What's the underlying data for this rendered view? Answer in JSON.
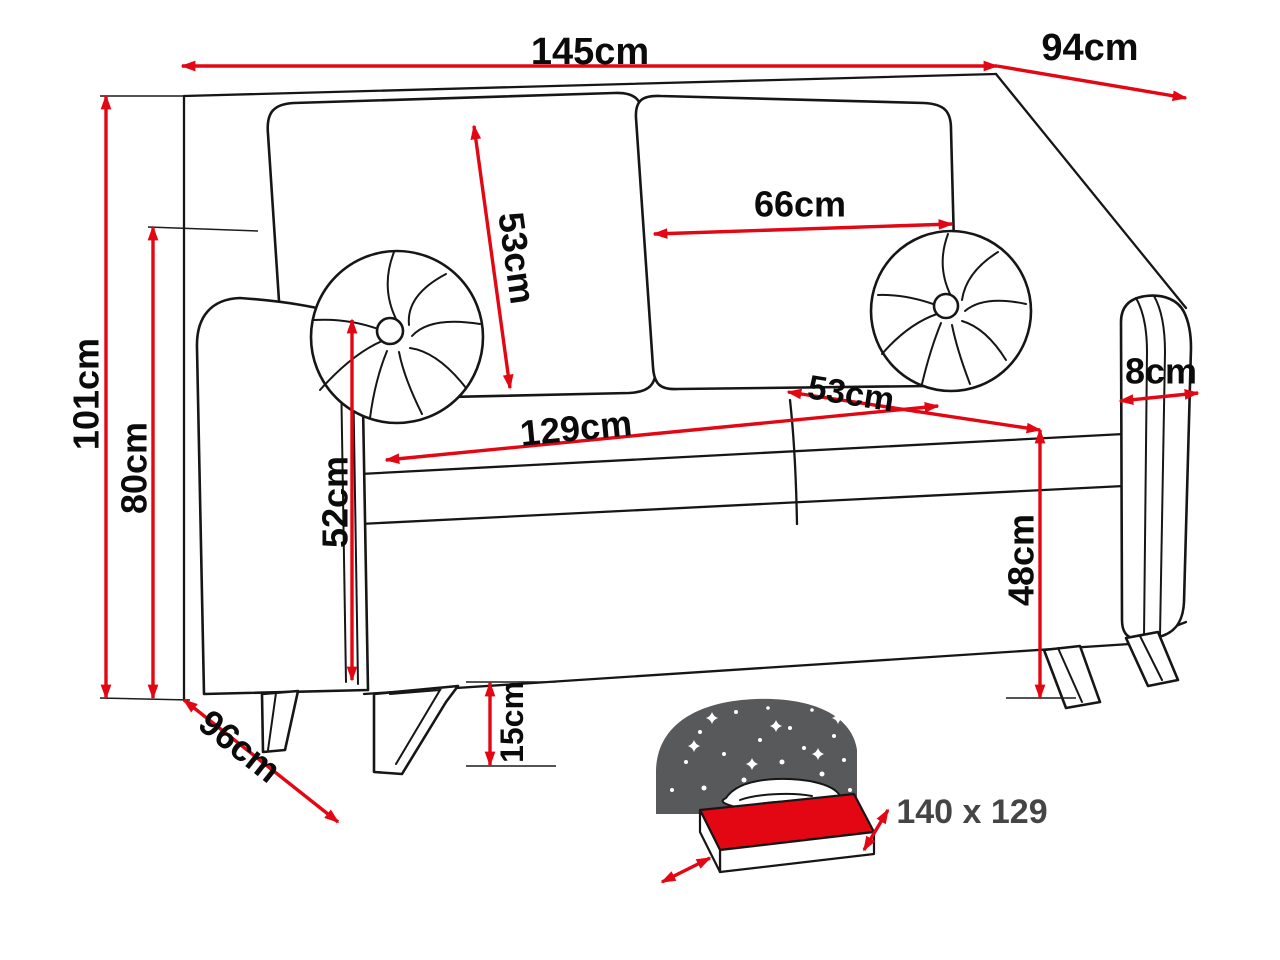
{
  "diagram": {
    "title": "sofa-dimension-drawing",
    "colors": {
      "dimension_red": "#e30613",
      "outline_black": "#161616",
      "star_panel_gray": "#58595b",
      "area_label_gray": "#454545"
    },
    "dimensions": {
      "width_top": "145cm",
      "depth_top": "94cm",
      "height_total": "101cm",
      "height_backrest": "80cm",
      "cushion_diagonal": "53cm",
      "cushion_width": "66cm",
      "seat_width": "129cm",
      "seat_depth": "53cm",
      "armrest_height": "52cm",
      "armrest_width": "8cm",
      "seat_height": "48cm",
      "leg_height": "15cm",
      "depth_bottom": "96cm",
      "sleeping_area": "140 x 129"
    }
  }
}
